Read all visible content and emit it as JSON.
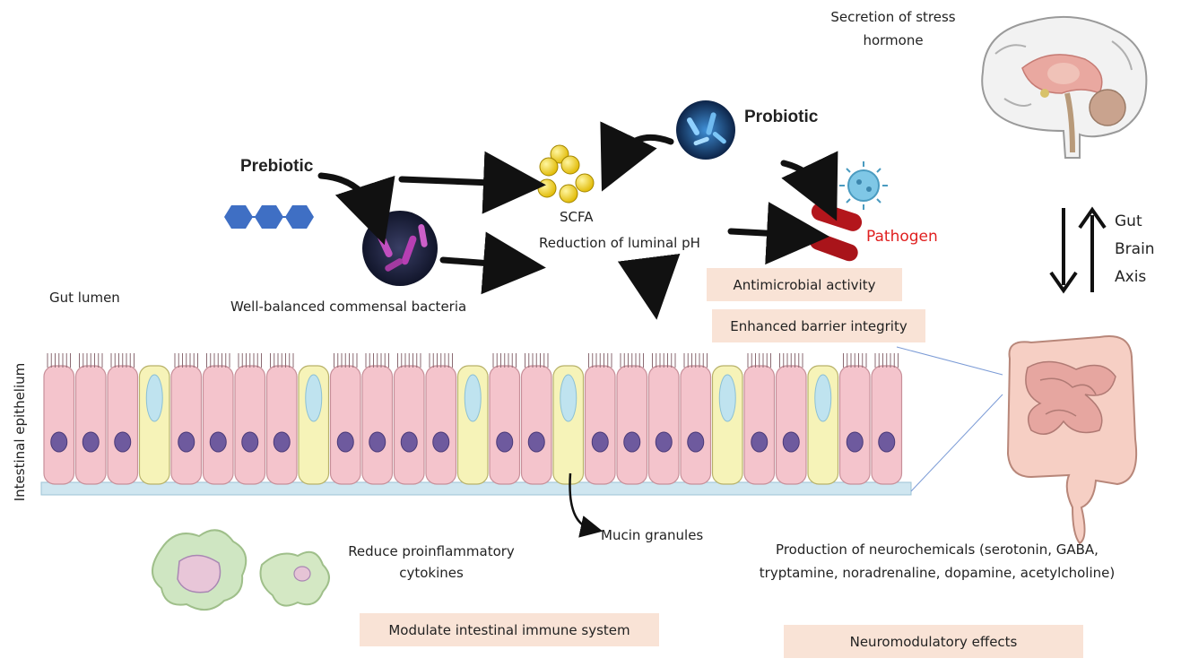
{
  "labels": {
    "prebiotic": "Prebiotic",
    "probiotic": "Probiotic",
    "scfa": "SCFA",
    "reduction_ph": "Reduction of luminal pH",
    "pathogen": "Pathogen",
    "gut_lumen": "Gut lumen",
    "commensal": "Well-balanced commensal bacteria",
    "epithelium": "Intestinal epithelium",
    "mucin": "Mucin granules",
    "reduce_cyto_1": "Reduce proinflammatory",
    "reduce_cyto_2": "cytokines",
    "stress_1": "Secretion of stress",
    "stress_2": "hormone",
    "gut": "Gut",
    "brain": "Brain",
    "axis": "Axis",
    "neuro_1": "Production of neurochemicals (serotonin, GABA,",
    "neuro_2": "tryptamine, noradrenaline, dopamine, acetylcholine)"
  },
  "boxes": {
    "antimicrobial": "Antimicrobial activity",
    "barrier": "Enhanced barrier integrity",
    "immune": "Modulate intestinal immune system",
    "neuromod": "Neuromodulatory effects"
  },
  "colors": {
    "box_bg": "#f9e3d6",
    "pathogen_text": "#e02020",
    "enterocyte": "#f4c4cc",
    "goblet": "#f6f3b8",
    "nucleus": "#6e5a9e",
    "hexagon": "#3f6fc4",
    "scfa": "#f2d21c"
  }
}
